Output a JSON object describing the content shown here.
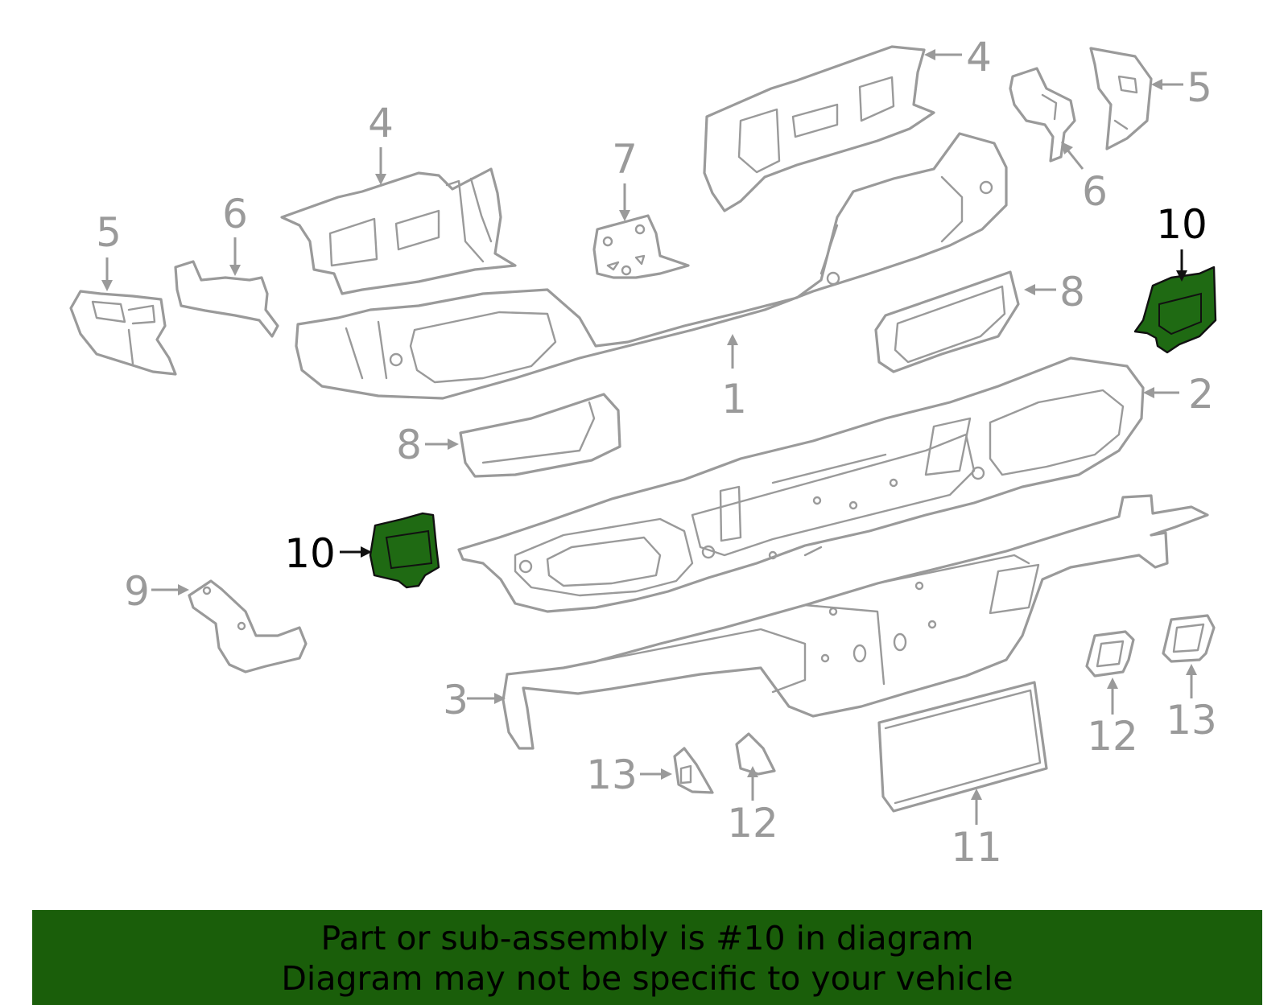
{
  "banner": {
    "line1": "Part or sub-assembly is #10 in diagram",
    "line2": "Diagram may not be specific to your vehicle",
    "background": "#1a5e0a"
  },
  "highlight": {
    "part_number": "10",
    "fill": "#1f6a13"
  },
  "callouts": {
    "c1": "1",
    "c2": "2",
    "c3": "3",
    "c4_left": "4",
    "c4_right": "4",
    "c5_left": "5",
    "c5_right": "5",
    "c6_left": "6",
    "c6_right": "6",
    "c7": "7",
    "c8_left": "8",
    "c8_right": "8",
    "c9": "9",
    "c10_left": "10",
    "c10_right": "10",
    "c11": "11",
    "c12_left": "12",
    "c12_right": "12",
    "c13_left": "13",
    "c13_right": "13"
  }
}
